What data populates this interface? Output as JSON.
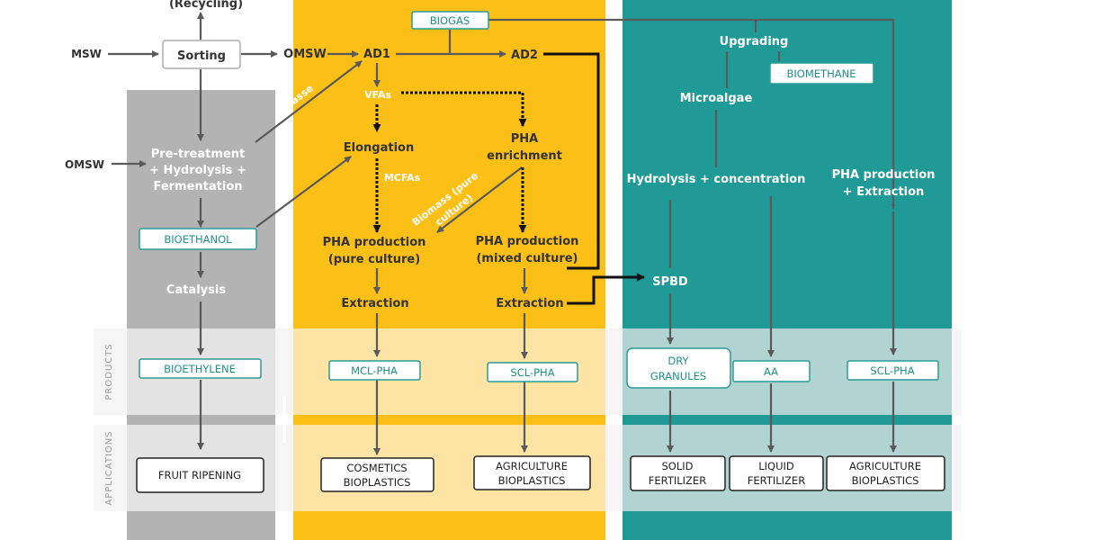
{
  "colors": {
    "grey_col": "#b3b3b3",
    "yellow_col": "#fbbf16",
    "teal_col": "#1f9a96",
    "band_bg": "#ececec",
    "light_label": "#ffffff",
    "dark_label": "#333333",
    "box_border_teal": "#2c9b96",
    "box_text_teal": "#1f8e89",
    "arrow": "#5a5a5a",
    "black_arrow": "#111111"
  },
  "bands": {
    "products": "PRODUCTS",
    "applications": "APPLICATIONS"
  },
  "nodes": {
    "recycling": "(Recycling)",
    "msw": "MSW",
    "sorting": "Sorting",
    "omsw_top": "OMSW",
    "omsw_left": "OMSW",
    "pretreatment": [
      "Pre-treatment",
      "+ Hydrolysis +",
      "Fermentation"
    ],
    "vinasse": "Vinasse",
    "bioethanol": "BIOETHANOL",
    "catalysis": "Catalysis",
    "bioethylene": "BIOETHYLENE",
    "fruit_ripening": "FRUIT RIPENING",
    "biogas": "BIOGAS",
    "ad1": "AD1",
    "ad2": "AD2",
    "vfas": "VFAs",
    "elongation": "Elongation",
    "mcfas": "MCFAs",
    "pha_enrichment": [
      "PHA",
      "enrichment"
    ],
    "biomass_pure": [
      "Biomass (pure",
      "culture)"
    ],
    "pha_pure": [
      "PHA production",
      "(pure culture)"
    ],
    "pha_mixed": [
      "PHA production",
      "(mixed culture)"
    ],
    "extraction_1": "Extraction",
    "extraction_2": "Extraction",
    "mcl_pha": "MCL-PHA",
    "scl_pha_1": "SCL-PHA",
    "cosmetics": [
      "COSMETICS",
      "BIOPLASTICS"
    ],
    "agri_1": [
      "AGRICULTURE",
      "BIOPLASTICS"
    ],
    "upgrading": "Upgrading",
    "biomethane": "BIOMETHANE",
    "microalgae": "Microalgae",
    "hydrolysis_conc": "Hydrolysis + concentration",
    "pha_prod_extract": [
      "PHA production",
      "+ Extraction"
    ],
    "spbd": "SPBD",
    "dry_granules": [
      "DRY",
      "GRANULES"
    ],
    "aa": "AA",
    "scl_pha_2": "SCL-PHA",
    "solid_fert": [
      "SOLID",
      "FERTILIZER"
    ],
    "liquid_fert": [
      "LIQUID",
      "FERTILIZER"
    ],
    "agri_2": [
      "AGRICULTURE",
      "BIOPLASTICS"
    ]
  }
}
